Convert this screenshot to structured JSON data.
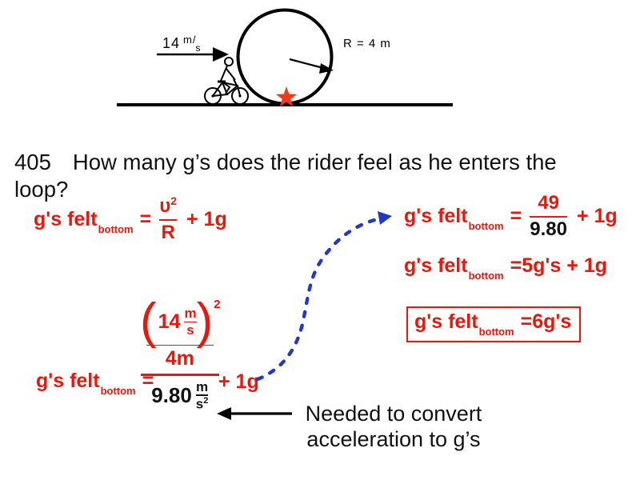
{
  "colors": {
    "red": "#e8190c",
    "blue": "#2038c8",
    "ink": "#161616",
    "star": "#f23a1a"
  },
  "diagram": {
    "speed_value": "14",
    "speed_unit_num": "m/",
    "speed_unit_den": "s",
    "radius_label": "R = 4 m"
  },
  "question": {
    "number": "405",
    "line1": "How many g’s does the rider feel as he enters the",
    "line2": "loop?"
  },
  "equations": {
    "formula": {
      "lhs": "g's felt",
      "sub": "bottom",
      "eq": "=",
      "num_sym": "υ",
      "num_exp": "2",
      "den": "R",
      "tail": "+ 1g"
    },
    "numeric": {
      "lhs": "g's felt",
      "sub": "bottom",
      "eq": "=",
      "num": "49",
      "den": "9.80",
      "tail": "+ 1g"
    },
    "sum": {
      "lhs": "g's felt",
      "sub": "bottom",
      "eq": "=",
      "rhs": "5g's + 1g"
    },
    "result": {
      "lhs": "g's felt",
      "sub": "bottom",
      "eq": "=",
      "rhs": "6g's"
    },
    "expanded": {
      "lhs": "g's felt",
      "sub": "bottom",
      "eq": "=",
      "paren_open": "(",
      "speed": "14",
      "unit_num": "m",
      "unit_den": "s",
      "paren_close": ")",
      "exp": "2",
      "inner_den": "4m",
      "den_value": "9.80",
      "den_unit_num": "m",
      "den_unit_den": "s",
      "den_unit_exp": "2",
      "tail": "+ 1g"
    }
  },
  "annotation": {
    "line1": "Needed to convert",
    "line2": "acceleration to g’s"
  }
}
